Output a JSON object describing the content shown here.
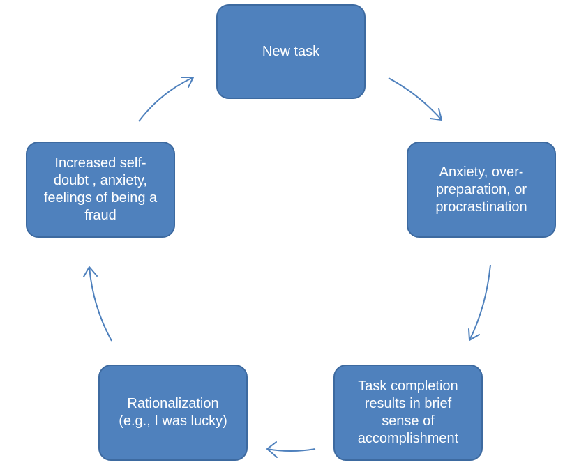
{
  "diagram": {
    "nodes": [
      {
        "id": "node-1",
        "label": "New task"
      },
      {
        "id": "node-2",
        "label": "Anxiety, over-\npreparation, or\nprocrastination"
      },
      {
        "id": "node-3",
        "label": "Task completion\nresults in brief\nsense of\naccomplishment"
      },
      {
        "id": "node-4",
        "label": "Rationalization\n(e.g., I was lucky)"
      },
      {
        "id": "node-5",
        "label": "Increased self-\ndoubt , anxiety,\nfeelings of being a\nfraud"
      }
    ],
    "edges": [
      {
        "from": "node-1",
        "to": "node-2"
      },
      {
        "from": "node-2",
        "to": "node-3"
      },
      {
        "from": "node-3",
        "to": "node-4"
      },
      {
        "from": "node-4",
        "to": "node-5"
      },
      {
        "from": "node-5",
        "to": "node-1"
      }
    ],
    "colors": {
      "node_fill": "#4f81bd",
      "node_border": "#3d6aa0",
      "arrow": "#4f81bd",
      "text": "#ffffff"
    }
  }
}
